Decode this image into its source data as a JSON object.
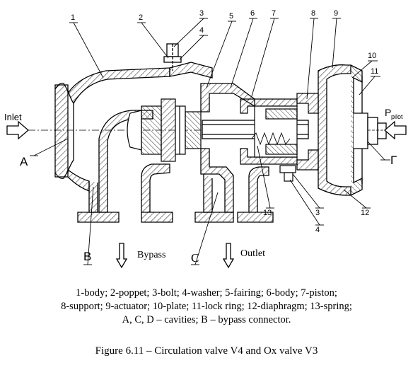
{
  "diagram": {
    "part_numbers": [
      "1",
      "2",
      "3",
      "4",
      "5",
      "6",
      "7",
      "8",
      "9",
      "10",
      "11",
      "12",
      "13",
      "3",
      "4"
    ],
    "port_labels": {
      "inlet": "Inlet",
      "cavity_a": "A",
      "p_pilot_main": "P",
      "p_pilot_sub": "pilot",
      "cavity_d": "Г",
      "cavity_b": "B",
      "bypass": "Bypass",
      "cavity_c": "C",
      "outlet": "Outlet"
    }
  },
  "legend": {
    "line1": "1-body; 2-poppet; 3-bolt; 4-washer; 5-fairing; 6-body; 7-piston;",
    "line2": "8-support; 9-actuator; 10-plate; 11-lock ring; 12-diaphragm; 13-spring;",
    "line3": "A, C, D – cavities; B – bypass connector."
  },
  "figure_caption": "Figure 6.11 – Circulation valve V4 and Ox valve V3"
}
